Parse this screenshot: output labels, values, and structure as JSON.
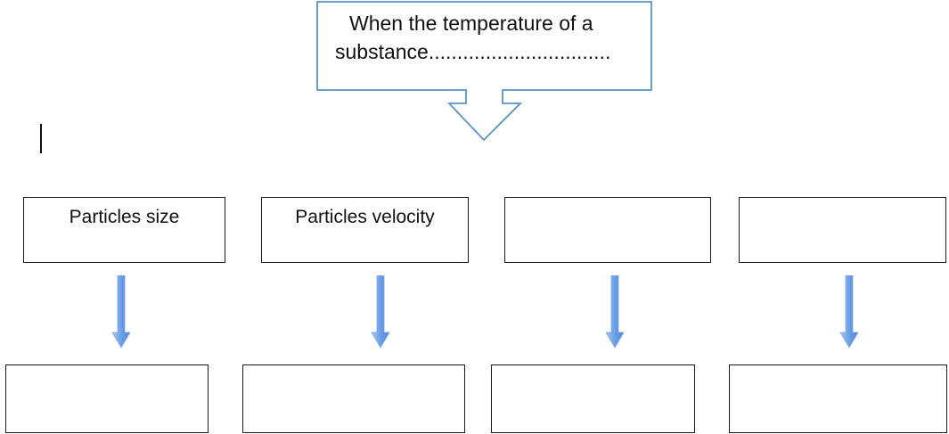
{
  "callout": {
    "line1": "When the temperature of a",
    "line2": "substance................................"
  },
  "top_row": [
    {
      "label": "Particles size"
    },
    {
      "label": "Particles velocity"
    },
    {
      "label": ""
    },
    {
      "label": ""
    }
  ],
  "bottom_row": [
    {
      "label": ""
    },
    {
      "label": ""
    },
    {
      "label": ""
    },
    {
      "label": ""
    }
  ],
  "colors": {
    "arrow_light": "#a9c8f2",
    "arrow_dark": "#4e86dc",
    "callout_border": "#5a93c4",
    "box_border": "#1a1a1a"
  },
  "arrow_icon": "down-arrow-icon"
}
